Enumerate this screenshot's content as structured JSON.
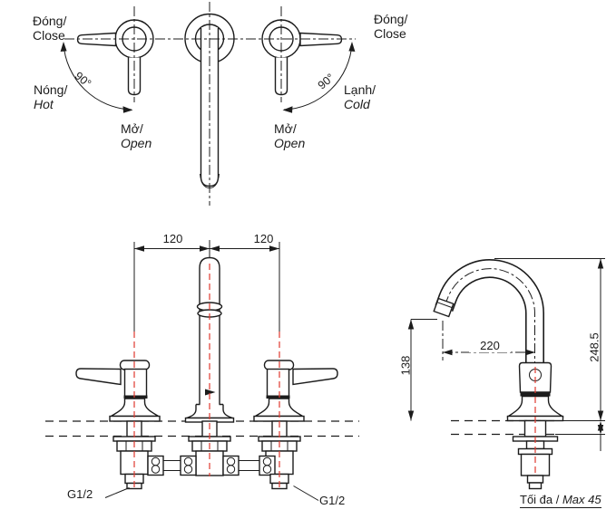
{
  "title": "Faucet installation technical drawing",
  "colors": {
    "line": "#1c1c1c",
    "centerline_red": "#e03a2f",
    "background": "#ffffff"
  },
  "top_view": {
    "left_handle": {
      "close_vi": "Đóng/",
      "close_en": "Close",
      "temp_vi": "Nóng/",
      "temp_en": "Hot",
      "open_vi": "Mở/",
      "open_en": "Open",
      "angle": "90°"
    },
    "right_handle": {
      "close_vi": "Đóng/",
      "close_en": "Close",
      "temp_vi": "Lạnh/",
      "temp_en": "Cold",
      "open_vi": "Mở/",
      "open_en": "Open",
      "angle": "90°"
    }
  },
  "front_view": {
    "spacing_left_mm": "120",
    "spacing_right_mm": "120",
    "thread_left": "G1/2",
    "thread_right": "G1/2"
  },
  "side_view": {
    "spout_reach_mm": "220",
    "outlet_height_mm": "138",
    "total_height_mm": "248.5",
    "max_deck_prefix": "Tối đa / ",
    "max_deck_value": "Max 45"
  }
}
